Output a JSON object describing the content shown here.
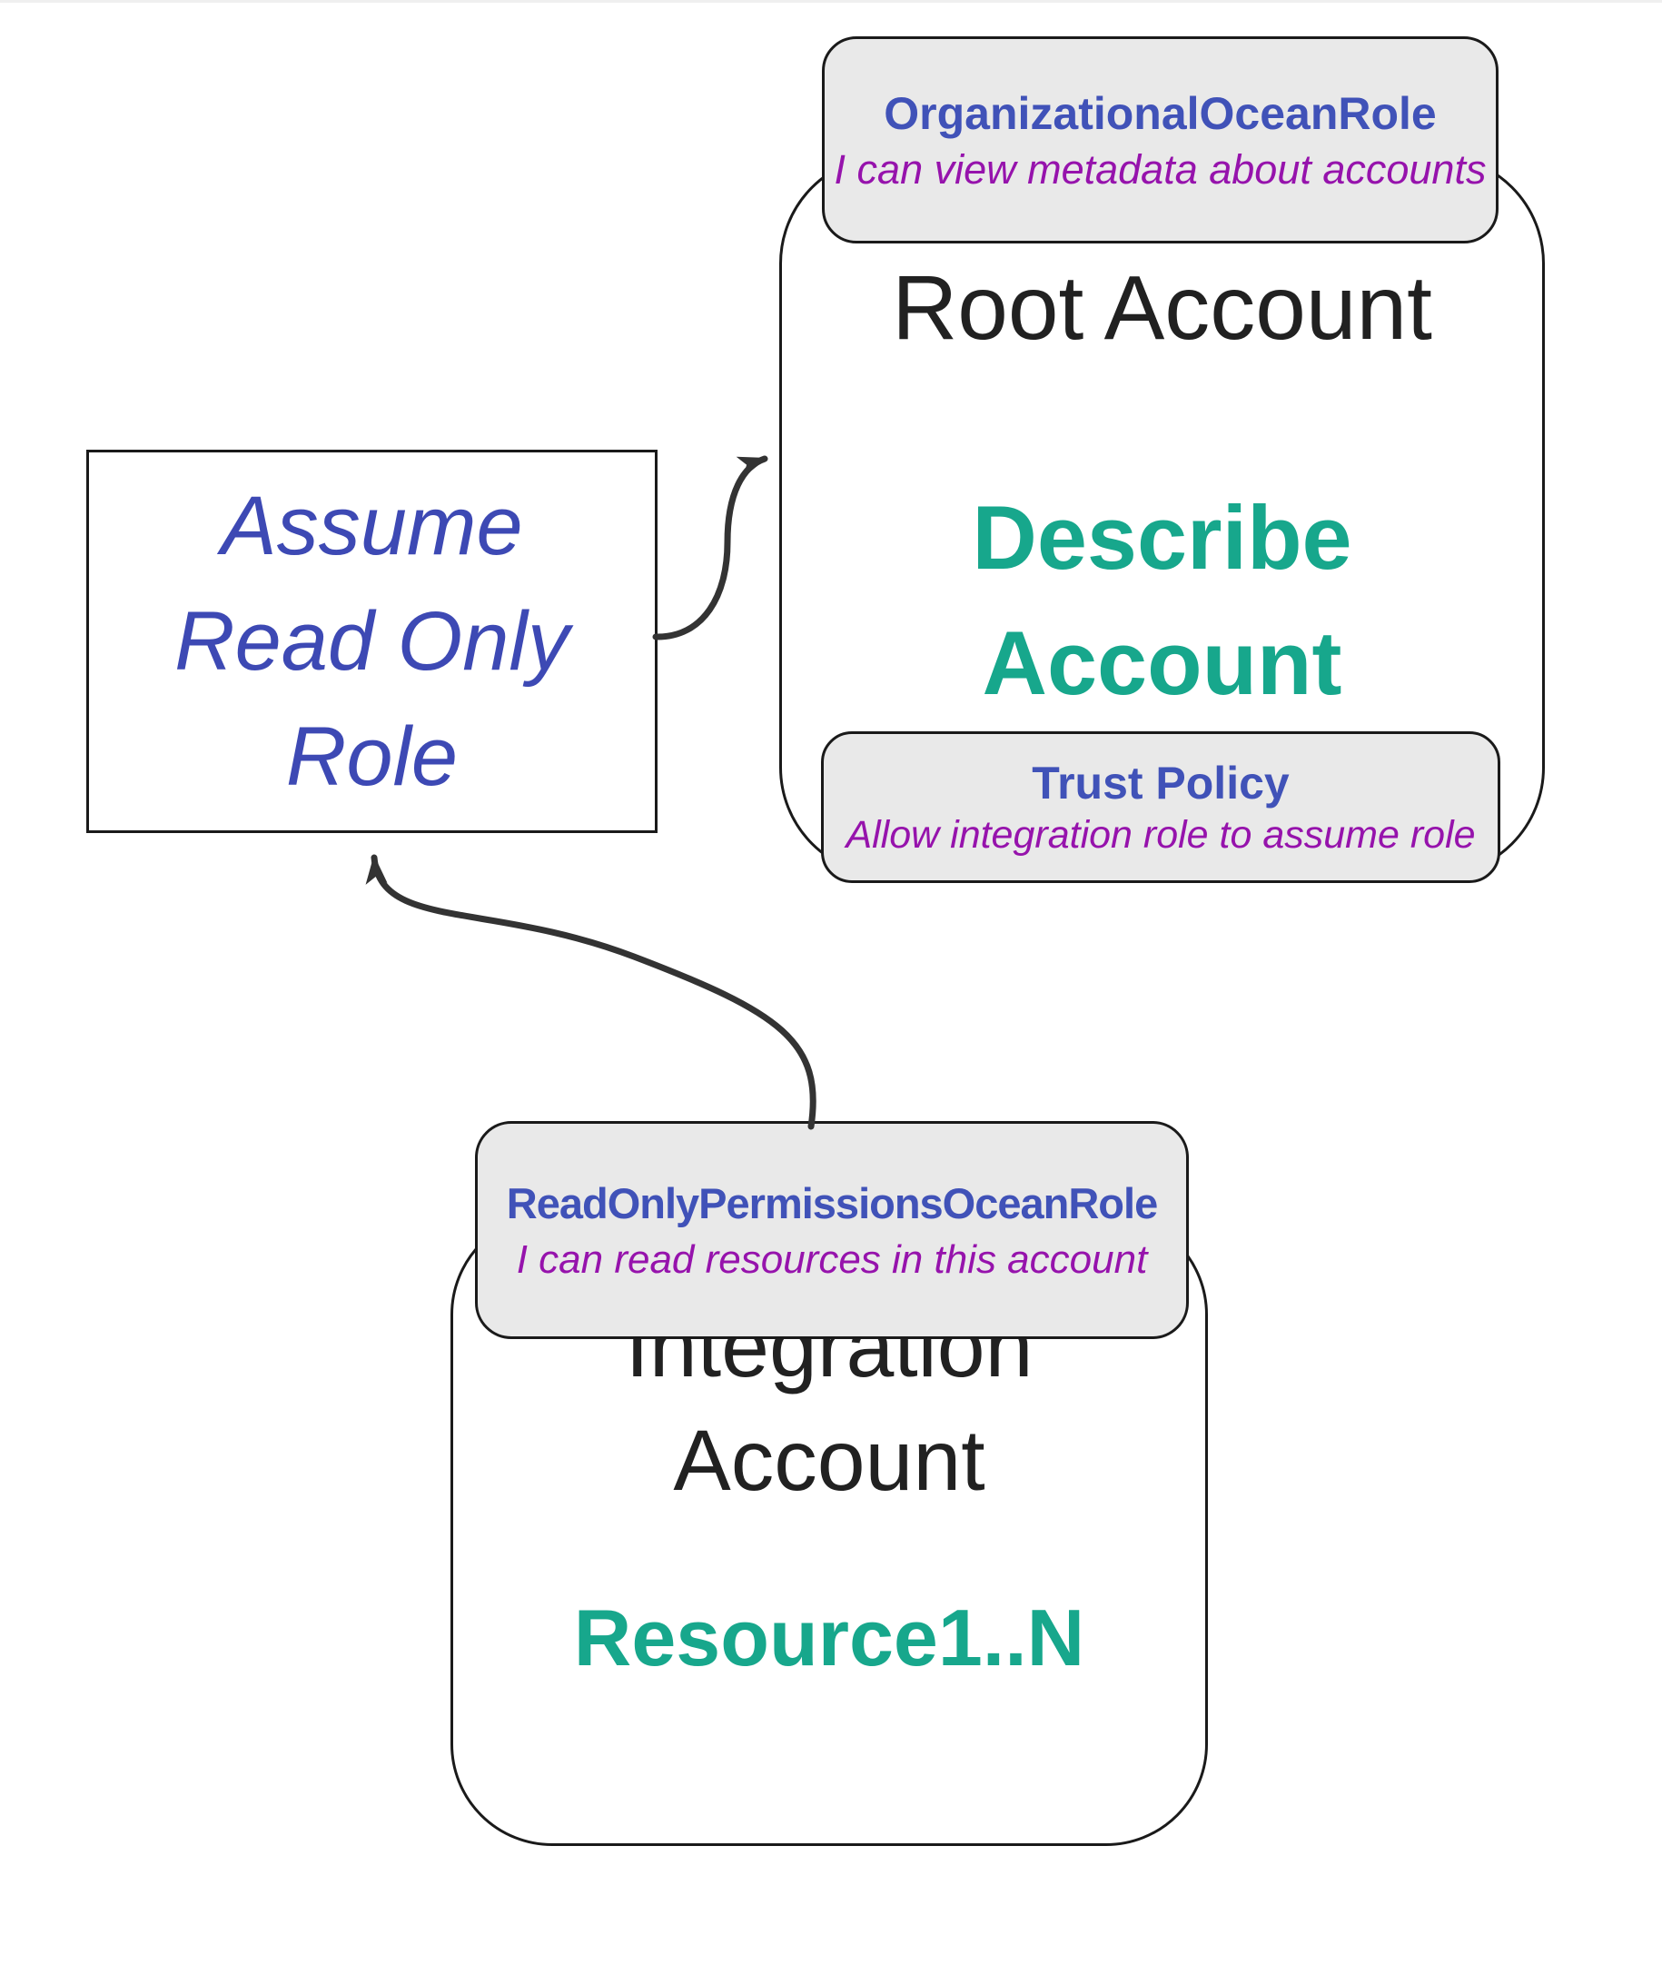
{
  "palette": {
    "role_title_blue": "#4052B8",
    "note_purple": "#9613AC",
    "action_teal": "#17A78C",
    "assume_blue": "#3D49B4",
    "badge_background": "#E9E9E9",
    "outline_black": "#1A1A1A",
    "arrow_gray": "#333333",
    "title_text": "#212121",
    "top_border_gray": "#EFEFEF"
  },
  "assume_box": {
    "lines": [
      "Assume",
      "Read Only",
      "Role"
    ]
  },
  "root_account": {
    "title": "Root Account",
    "action_lines": [
      "Describe",
      "Account"
    ],
    "role_badge": {
      "title": "OrganizationalOceanRole",
      "subtitle": "I can view metadata about accounts"
    },
    "trust_badge": {
      "title": "Trust Policy",
      "subtitle": "Allow integration role to assume role"
    }
  },
  "integration_account": {
    "title_lines": [
      "Integration",
      "Account"
    ],
    "resources_label": "Resource1..N",
    "role_badge": {
      "title": "ReadOnlyPermissionsOceanRole",
      "subtitle": "I can read resources in this account"
    }
  }
}
